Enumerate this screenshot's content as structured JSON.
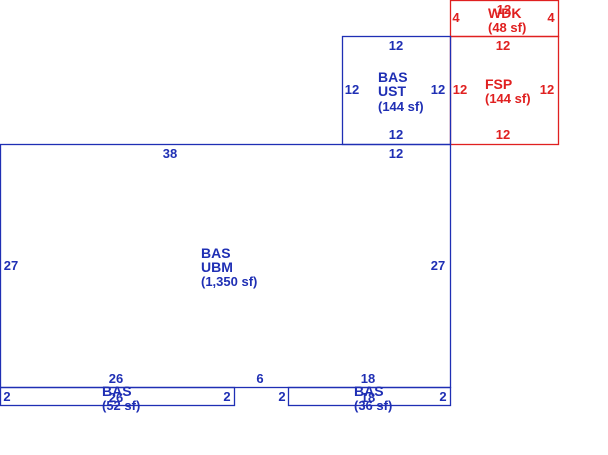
{
  "colors": {
    "living": "#1f2fb4",
    "exterior": "#e02020",
    "background": "#ffffff"
  },
  "sketch": {
    "wdk": {
      "code": "WDK",
      "area": "(48 sf)",
      "dims": {
        "top": "12",
        "left": "4",
        "right": "4"
      }
    },
    "fsp": {
      "code": "FSP",
      "area": "(144 sf)",
      "dims": {
        "top": "12",
        "left": "12",
        "right": "12",
        "bottom": "12"
      }
    },
    "bas_ust": {
      "code": "BAS",
      "sub": "UST",
      "area": "(144 sf)",
      "dims": {
        "top": "12",
        "left": "12",
        "right": "12",
        "bottom": "12"
      }
    },
    "bas_ubm": {
      "code": "BAS",
      "sub": "UBM",
      "area": "(1,350 sf)",
      "dims": {
        "top_left": "38",
        "top_right": "12",
        "left": "27",
        "right": "27",
        "bottom_left": "26",
        "bottom_mid": "6",
        "bottom_right": "18"
      }
    },
    "bas_left": {
      "code": "BAS",
      "area": "(52 sf)",
      "dims": {
        "top": "26",
        "left": "2",
        "right": "2"
      }
    },
    "bas_right": {
      "code": "BAS",
      "area": "(36 sf)",
      "dims": {
        "top": "18",
        "left": "2",
        "right": "2"
      }
    }
  }
}
